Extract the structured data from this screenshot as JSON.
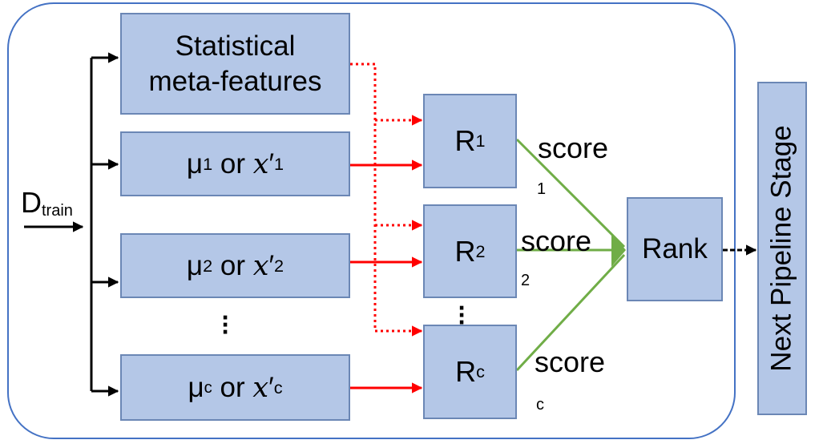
{
  "input": {
    "label": "D",
    "subscript": "train"
  },
  "features": {
    "line1": "Statistical",
    "line2": "meta-features"
  },
  "generators": [
    {
      "mu": "μ",
      "sub": "1",
      "or": "or",
      "x": "x",
      "prime": "′",
      "xsub": "1"
    },
    {
      "mu": "μ",
      "sub": "2",
      "or": "or",
      "x": "x",
      "prime": "′",
      "xsub": "2"
    },
    {
      "mu": "μ",
      "sub": "c",
      "or": "or",
      "x": "x",
      "prime": "′",
      "xsub": "c"
    }
  ],
  "rankers": [
    {
      "letter": "R",
      "sup": "1",
      "score": "score",
      "index": "1"
    },
    {
      "letter": "R",
      "sup": "2",
      "score": "score",
      "index": "2"
    },
    {
      "letter": "R",
      "sup": "c",
      "score": "score",
      "index": "c"
    }
  ],
  "rank": "Rank",
  "next_stage": "Next Pipeline Stage",
  "colors": {
    "box_fill": "#b4c7e7",
    "box_border": "#6b87b5",
    "frame": "#4472c4",
    "feed_arrows": "#ff0000",
    "score_lines": "#70ad47",
    "flow_arrows": "#000000"
  }
}
